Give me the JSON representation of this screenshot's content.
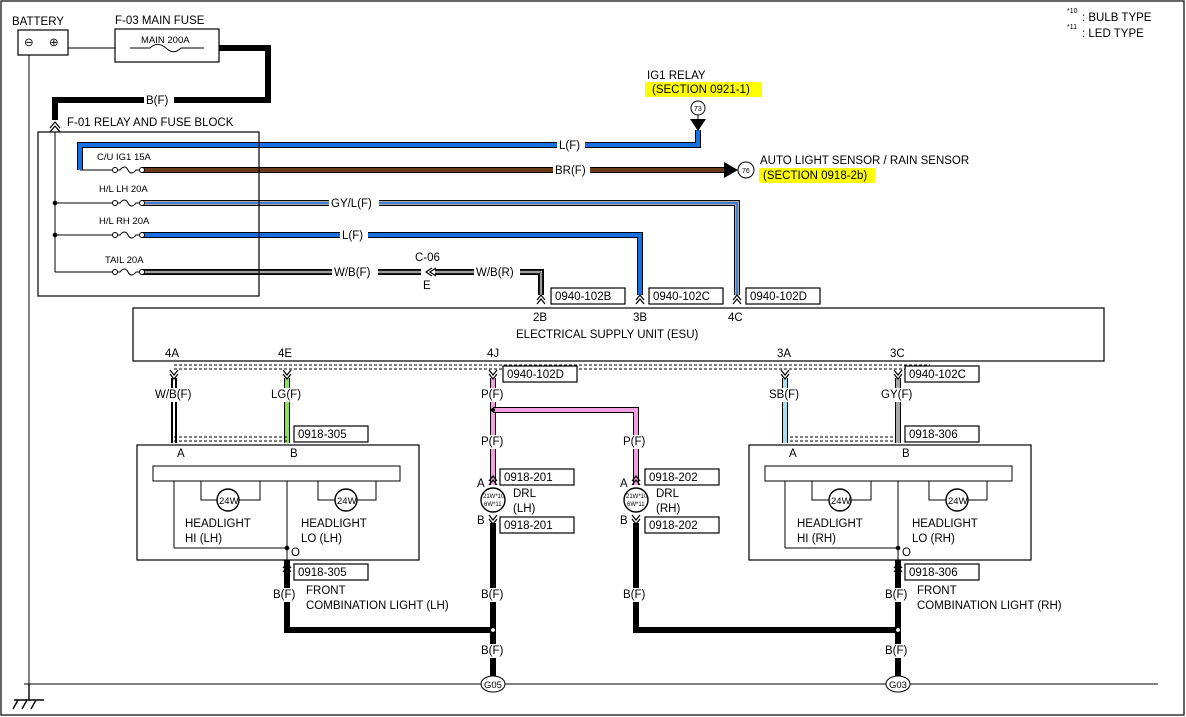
{
  "legend": {
    "bulb_marker": "*10",
    "bulb_text": ": BULB TYPE",
    "led_marker": "*11",
    "led_text": ": LED TYPE"
  },
  "battery": {
    "label": "BATTERY",
    "neg": "⊖",
    "pos": "⊕"
  },
  "main_fuse": {
    "label": "F-03  MAIN FUSE",
    "rating": "MAIN 200A"
  },
  "relay_block": {
    "label": "F-01  RELAY AND FUSE BLOCK",
    "fuses": [
      "C/U IG1 15A",
      "H/L LH 20A",
      "H/L RH 20A",
      "TAIL 20A"
    ]
  },
  "ig1_relay": {
    "label": "IG1 RELAY",
    "section": "(SECTION 0921-1)",
    "ref": "73"
  },
  "auto_light": {
    "label": "AUTO LIGHT SENSOR / RAIN SENSOR",
    "section": "(SECTION 0918-2b)",
    "ref": "76"
  },
  "wires": {
    "bat_feed": "B(F)",
    "ig1": "L(F)",
    "auto_light": "BR(F)",
    "hl_lh": "GY/L(F)",
    "hl_rh": "L(F)",
    "tail_left": "W/B(F)",
    "tail_right": "W/B(R)",
    "connector": "C-06",
    "connector_sub": "E"
  },
  "esu": {
    "label": "ELECTRICAL SUPPLY UNIT (ESU)",
    "top_pins": [
      "2B",
      "3B",
      "4C"
    ],
    "top_connectors": [
      "0940-102B",
      "0940-102C",
      "0940-102D"
    ],
    "bottom_pins": [
      "4A",
      "4E",
      "4J",
      "3A",
      "3C"
    ],
    "bottom_connectors": [
      "0940-102D",
      "0940-102C"
    ]
  },
  "left_light": {
    "wire_a": "W/B(F)",
    "wire_b": "LG(F)",
    "connector": "0918-305",
    "pin_a": "A",
    "pin_b": "B",
    "pin_o": "O",
    "bulb_hi": "24W",
    "bulb_lo": "24W",
    "hi_label": [
      "HEADLIGHT",
      "HI (LH)"
    ],
    "lo_label": [
      "HEADLIGHT",
      "LO (LH)"
    ],
    "ground_wire": "B(F)",
    "name": [
      "FRONT",
      "COMBINATION LIGHT (LH)"
    ]
  },
  "right_light": {
    "wire_a": "SB(F)",
    "wire_b": "GY(F)",
    "connector": "0918-306",
    "pin_a": "A",
    "pin_b": "B",
    "pin_o": "O",
    "bulb_hi": "24W",
    "bulb_lo": "24W",
    "hi_label": [
      "HEADLIGHT",
      "HI (RH)"
    ],
    "lo_label": [
      "HEADLIGHT",
      "LO (RH)"
    ],
    "ground_wire": "B(F)",
    "name": [
      "FRONT",
      "COMBINATION LIGHT (RH)"
    ]
  },
  "drl_lh": {
    "wire_top": "P(F)",
    "wire_mid": "P(F)",
    "connector": "0918-201",
    "pin_a": "A",
    "pin_b": "B",
    "bulb_top": "21W*10",
    "bulb_bot": "6W*11",
    "label": [
      "DRL",
      "(LH)"
    ],
    "wire_bottom": "B(F)",
    "wire_ground": "B(F)"
  },
  "drl_rh": {
    "wire_mid": "P(F)",
    "connector": "0918-202",
    "pin_a": "A",
    "pin_b": "B",
    "bulb_top": "21W*10",
    "bulb_bot": "6W*11",
    "label": [
      "DRL",
      "(RH)"
    ],
    "wire_bottom": "B(F)"
  },
  "grounds": {
    "left": "G05",
    "right": "G03",
    "right_wire": "B(F)"
  },
  "colors": {
    "black": "#000000",
    "blue": "#1a6fe0",
    "brown": "#6b3a1a",
    "gray": "#a8a8a8",
    "pink": "#f0a0e0",
    "lightgreen": "#90e060",
    "skyblue": "#a8e0f0",
    "highlight": "#ffff00"
  }
}
